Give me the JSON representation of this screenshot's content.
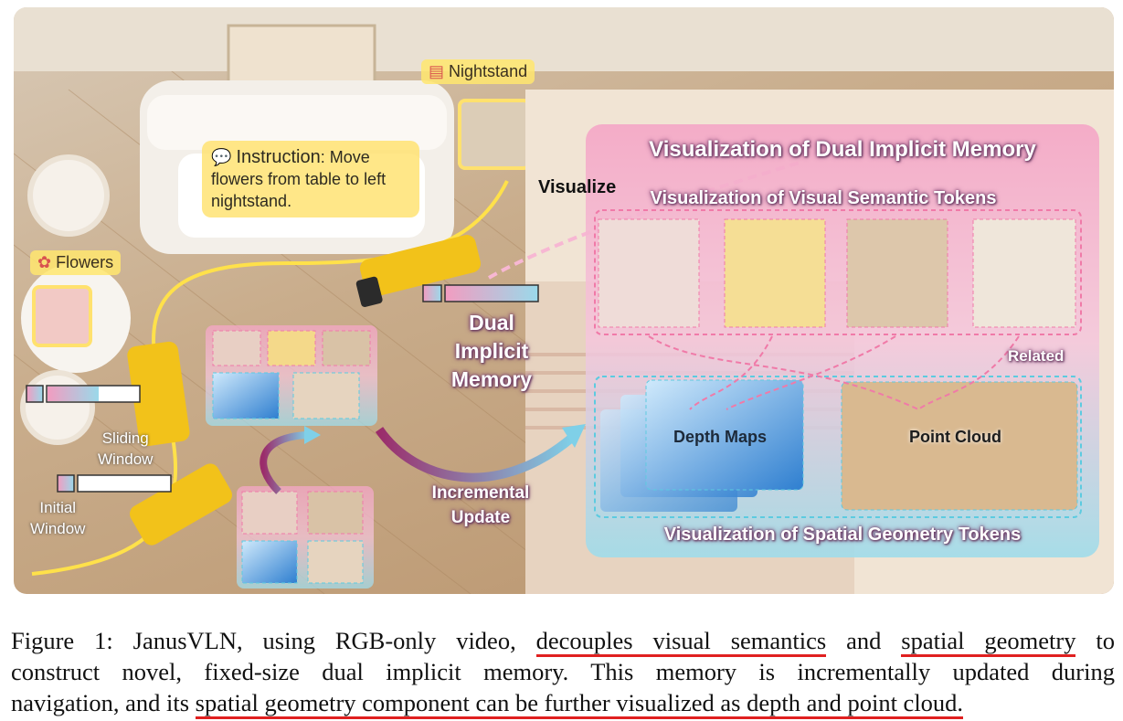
{
  "figure": {
    "nightstand_label": "Nightstand",
    "instruction_prefix": "Instruction",
    "instruction_text": ": Move flowers from table to left nightstand.",
    "flowers_label": "Flowers",
    "visualize_label": "Visualize",
    "dual_memory_label": [
      "Dual",
      "Implicit",
      "Memory"
    ],
    "sliding_window_label": [
      "Sliding",
      "Window"
    ],
    "initial_window_label": [
      "Initial",
      "Window"
    ],
    "incremental_update_label": [
      "Incremental",
      "Update"
    ],
    "panel_title": "Visualization of Dual Implicit Memory",
    "semantic_title": "Visualization of Visual Semantic Tokens",
    "related_label": "Related",
    "depth_maps_label": "Depth Maps",
    "point_cloud_label": "Point Cloud",
    "geometry_title": "Visualization of Spatial Geometry Tokens",
    "colors": {
      "semantic": "#f08cb4",
      "geometry": "#7fd6e6",
      "highlight": "#ffe16e",
      "arrow": "#d63a8a"
    },
    "icons": [
      "nightstand-icon",
      "speech-question-icon",
      "flowerpot-icon"
    ]
  },
  "caption": {
    "line1_a": "Figure 1: JanusVLN, using RGB-only video, ",
    "line1_u1": "decouples visual semantics",
    "line1_b": " and ",
    "line1_u2": "spatial geometry",
    "line1_c": " to",
    "line2": "construct novel, fixed-size dual implicit memory.  This memory is incrementally updated during",
    "line3_a": "navigation, and its ",
    "line3_u": "spatial geometry component can be further visualized as depth and point cloud."
  }
}
